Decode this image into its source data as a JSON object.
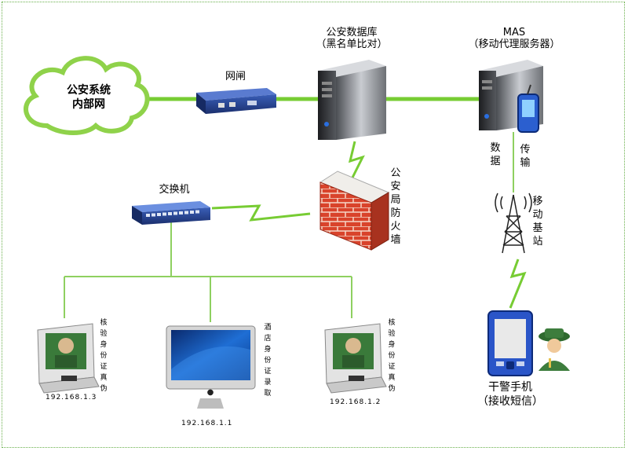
{
  "cloud": {
    "line1": "公安系统",
    "line2": "内部网"
  },
  "gateway": {
    "label": "网闸"
  },
  "police_db": {
    "line1": "公安数据库",
    "line2": "（黑名单比对）"
  },
  "mas": {
    "line1": "MAS",
    "line2": "（移动代理服务器）"
  },
  "data_label": "数据",
  "transfer_label": "传输",
  "base_station": {
    "label": "移动基站"
  },
  "firewall": {
    "label": "公安局防火墙"
  },
  "switch": {
    "label": "交换机"
  },
  "terminal_left": {
    "label": "核验身份证真伪",
    "ip": "192.168.1.3"
  },
  "imac": {
    "label": "酒店身份证录取",
    "ip": "192.168.1.1"
  },
  "terminal_right": {
    "label": "核验身份证真伪",
    "ip": "192.168.1.2"
  },
  "phone": {
    "line1": "干警手机",
    "line2": "（接收短信）"
  },
  "colors": {
    "link": "#77cc33",
    "cloud": "#8fd24a",
    "brick": "#d9432b"
  }
}
